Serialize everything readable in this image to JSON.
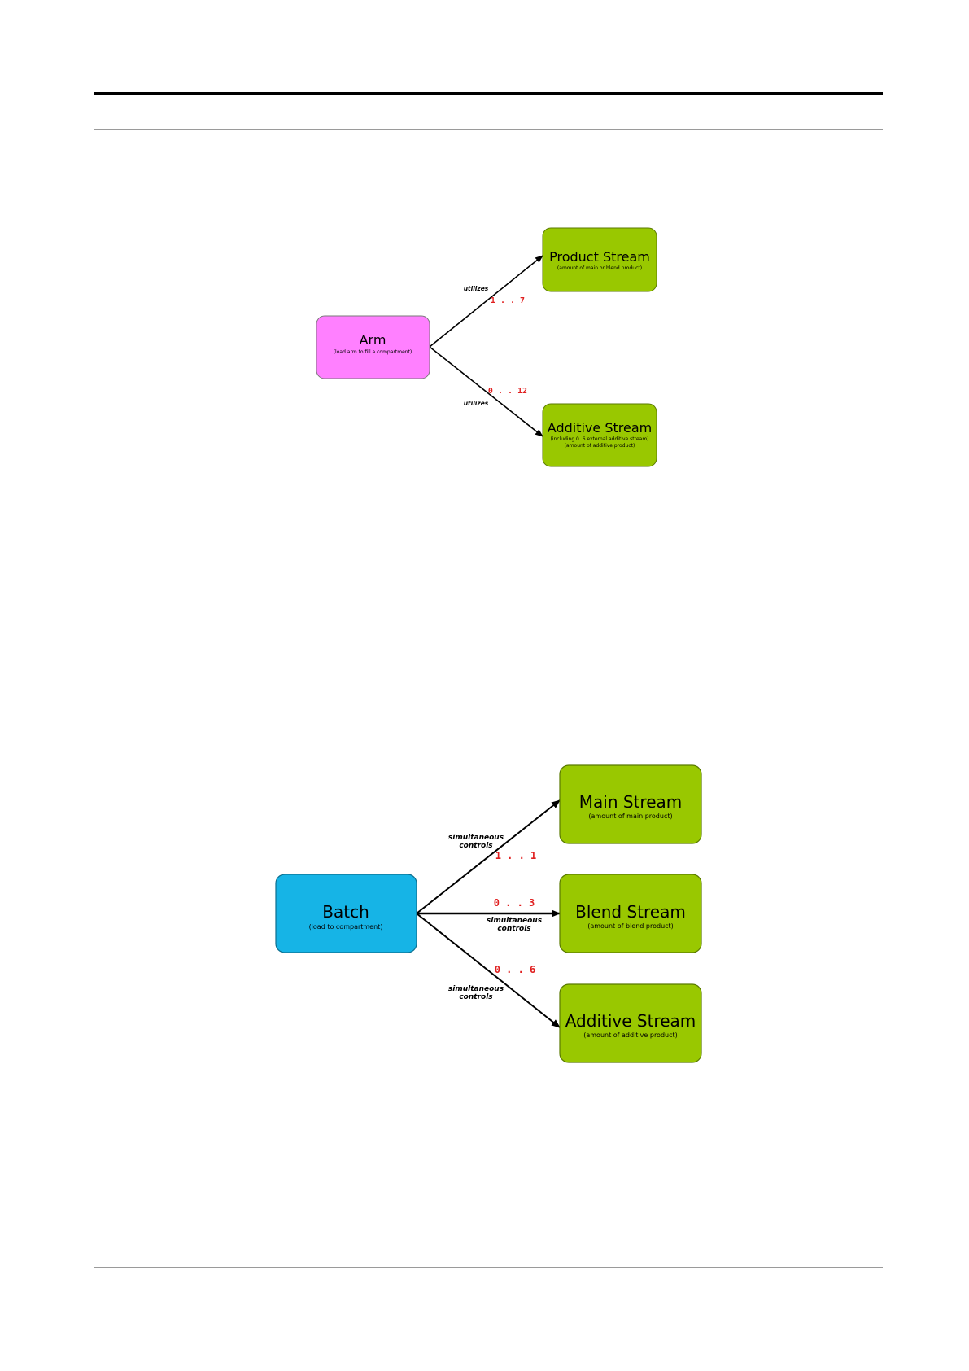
{
  "diagram1": {
    "nodes": {
      "arm": {
        "title": "Arm",
        "subtitle": "(load arm to fill a compartment)"
      },
      "product": {
        "title": "Product Stream",
        "subtitle": "(amount of main or blend product)"
      },
      "additive": {
        "title": "Additive Stream",
        "subtitle_1": "(including 0..6 external additive stream)",
        "subtitle_2": "(amount of additive product)"
      }
    },
    "edges": {
      "to_product": {
        "label": "utilizes",
        "multiplicity": "1 . . 7"
      },
      "to_additive": {
        "label": "utilizes",
        "multiplicity": "0 . . 12"
      }
    }
  },
  "diagram2": {
    "nodes": {
      "batch": {
        "title": "Batch",
        "subtitle": "(load to compartment)"
      },
      "main": {
        "title": "Main Stream",
        "subtitle": "(amount of main product)"
      },
      "blend": {
        "title": "Blend Stream",
        "subtitle": "(amount of blend product)"
      },
      "additive": {
        "title": "Additive Stream",
        "subtitle": "(amount of additive product)"
      }
    },
    "edges": {
      "to_main": {
        "label_1": "simultaneous",
        "label_2": "controls",
        "multiplicity": "1 . . 1"
      },
      "to_blend": {
        "label_1": "simultaneous",
        "label_2": "controls",
        "multiplicity": "0 . . 3"
      },
      "to_additive": {
        "label_1": "simultaneous",
        "label_2": "controls",
        "multiplicity": "0 . . 6"
      }
    }
  },
  "colors": {
    "arm_fill": "#ff80ff",
    "batch_fill": "#16b4e6",
    "stream_fill": "#99c800",
    "multiplicity": "#e02020"
  }
}
